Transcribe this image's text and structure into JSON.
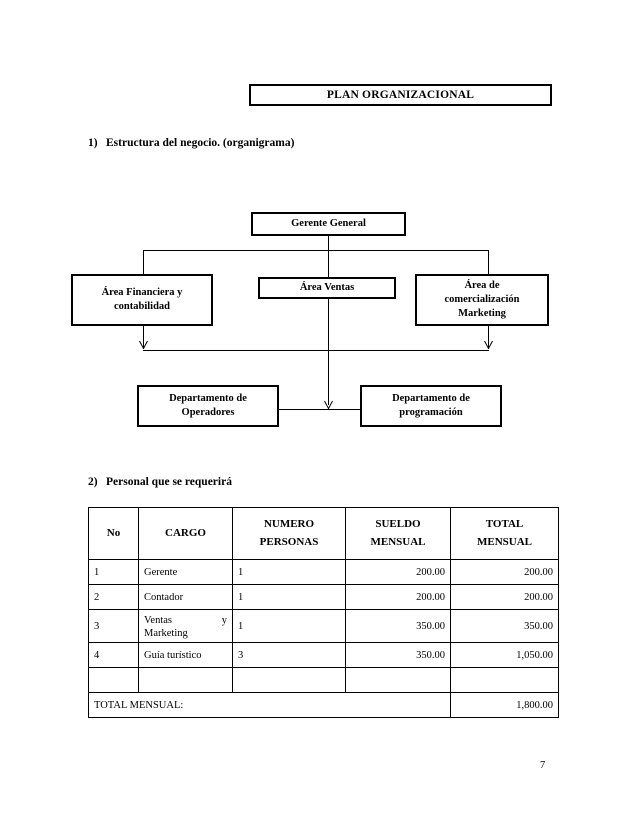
{
  "document": {
    "title": "PLAN ORGANIZACIONAL",
    "page_number": "7"
  },
  "sections": [
    {
      "number": "1)",
      "text": "Estructura del negocio. (organigrama)"
    },
    {
      "number": "2)",
      "text": "Personal que se requerirá"
    }
  ],
  "orgchart": {
    "nodes": {
      "gerente": "Gerente General",
      "financiera_l1": "Área Financiera y",
      "financiera_l2": "contabilidad",
      "ventas": "Área Ventas",
      "marketing_l1": "Área de",
      "marketing_l2": "comercialización",
      "marketing_l3": "Marketing",
      "operadores_l1": "Departamento de",
      "operadores_l2": "Operadores",
      "programacion_l1": "Departamento de",
      "programacion_l2": "programación"
    }
  },
  "table": {
    "headers": {
      "no": "No",
      "cargo": "CARGO",
      "numero_l1": "NUMERO",
      "numero_l2": "PERSONAS",
      "sueldo_l1": "SUELDO",
      "sueldo_l2": "MENSUAL",
      "total_l1": "TOTAL",
      "total_l2": "MENSUAL"
    },
    "rows": [
      {
        "no": "1",
        "cargo": "Gerente",
        "cargo2": "",
        "personas": "1",
        "sueldo": "200.00",
        "total": "200.00"
      },
      {
        "no": "2",
        "cargo": "Contador",
        "cargo2": "",
        "personas": "1",
        "sueldo": "200.00",
        "total": "200.00"
      },
      {
        "no": "3",
        "cargo": "Ventas",
        "cargo_y": "y",
        "cargo2": "Marketing",
        "personas": "1",
        "sueldo": "350.00",
        "total": "350.00"
      },
      {
        "no": "4",
        "cargo": "Guía turístico",
        "cargo2": "",
        "personas": "3",
        "sueldo": "350.00",
        "total": "1,050.00"
      },
      {
        "no": "",
        "cargo": "",
        "cargo2": "",
        "personas": "",
        "sueldo": "",
        "total": ""
      }
    ],
    "footer": {
      "label": "TOTAL MENSUAL:",
      "value": "1,800.00"
    }
  },
  "colors": {
    "ink": "#000000",
    "paper": "#ffffff"
  }
}
